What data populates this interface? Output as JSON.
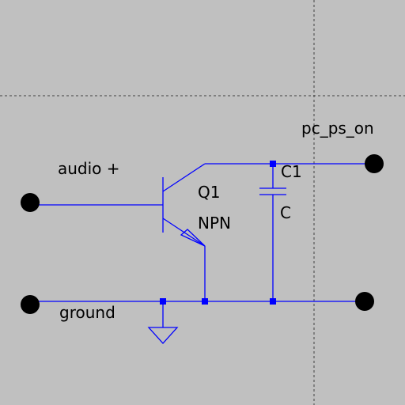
{
  "schematic": {
    "labels": {
      "audio_plus": "audio +",
      "ground": "ground",
      "pc_ps_on": "pc_ps_on"
    },
    "transistor": {
      "ref": "Q1",
      "type": "NPN"
    },
    "capacitor": {
      "ref": "C1",
      "value": "C"
    }
  },
  "colors": {
    "background": "#c0c0c0",
    "wire": "#0000ff",
    "terminal": "#000000",
    "guide": "#404040",
    "text": "#000000"
  }
}
